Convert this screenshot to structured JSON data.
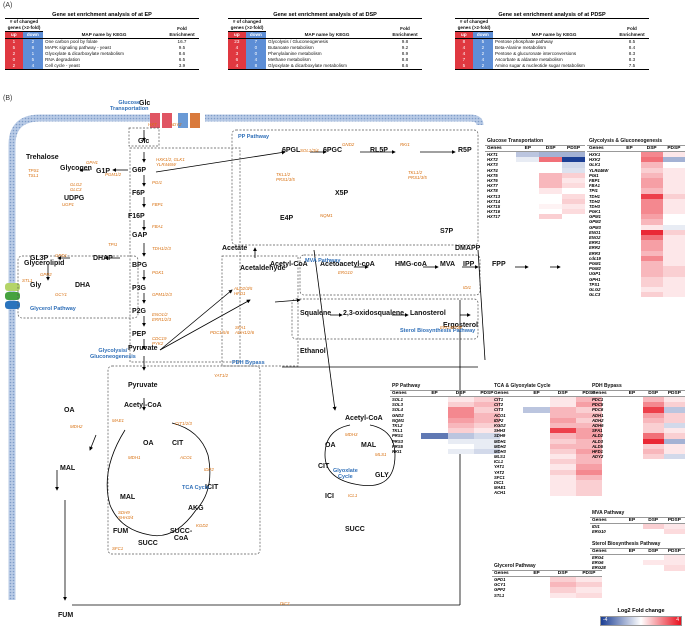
{
  "panel_a_label": "(A)",
  "panel_b_label": "(B)",
  "tables": [
    {
      "title": "Gene set enrichment analysis of at EP",
      "h_changed": "# of changed genes (>2-fold)",
      "h_up": "up",
      "h_down": "down",
      "h_map": "MAP name by KEGG",
      "h_fold": "Fold Enrichment",
      "rows": [
        [
          "1",
          "2",
          "One carbon pool by folate",
          "16.7"
        ],
        [
          "5",
          "8",
          "MAPK signaling pathway - yeast",
          "9.5"
        ],
        [
          "2",
          "1",
          "Glyoxylate & dicarboxylate metabolism",
          "8.6"
        ],
        [
          "0",
          "5",
          "RNA degradation",
          "6.5"
        ],
        [
          "2",
          "4",
          "Cell cycle - yeast",
          "3.9"
        ]
      ]
    },
    {
      "title": "Gene set enrichment analysis of at DSP",
      "h_changed": "# of changed genes (>2-fold)",
      "h_up": "up",
      "h_down": "down",
      "h_map": "MAP name by KEGG",
      "h_fold": "Fold Enrichment",
      "rows": [
        [
          "23",
          "7",
          "Glycolysis / Gluconeogenesis",
          "9.8"
        ],
        [
          "4",
          "0",
          "Butanoate metabolism",
          "9.2"
        ],
        [
          "3",
          "0",
          "Phenylalanine metabolism",
          "8.9"
        ],
        [
          "6",
          "4",
          "Methane metabolism",
          "8.8"
        ],
        [
          "4",
          "8",
          "Glyoxylate & dicarboxylate metabolism",
          "8.6"
        ]
      ]
    },
    {
      "title": "Gene set enrichment analysis of at PDSP",
      "h_changed": "# of changed genes (>2-fold)",
      "h_up": "up",
      "h_down": "down",
      "h_map": "MAP name by KEGG",
      "h_fold": "Fold Enrichment",
      "rows": [
        [
          "8",
          "5",
          "Pentose phosphate pathway",
          "8.5"
        ],
        [
          "4",
          "2",
          "Beta-Alanine metabolism",
          "8.4"
        ],
        [
          "4",
          "2",
          "Pentose & glucuronate interconversions",
          "8.3"
        ],
        [
          "7",
          "4",
          "Ascorbate & aldarate metabolism",
          "8.3"
        ],
        [
          "5",
          "2",
          "Amino sugar & nucleotide sugar metabolism",
          "7.5"
        ]
      ]
    }
  ],
  "pathway": {
    "metabolites": {
      "glc_in": "Glc",
      "glc": "Glc",
      "trehalose": "Trehalose",
      "glycogen": "Glycogen",
      "udpg": "UDPG",
      "g1p": "G1P",
      "g6p": "G6P",
      "f6p": "F6P",
      "f16p": "F16P",
      "gap": "GAP",
      "dhap": "DHAP",
      "gl3p": "GL3P",
      "gly": "Gly",
      "dha": "DHA",
      "glycerolipid": "Glycerolipid",
      "bpg": "BPG",
      "p3g": "P3G",
      "p2g": "P2G",
      "pep": "PEP",
      "pyruvate": "Pyruvate",
      "pgl6": "6PGL",
      "pgc6": "6PGC",
      "rl5p": "RL5P",
      "r5p": "R5P",
      "x5p": "X5P",
      "e4p": "E4P",
      "s7p": "S7P",
      "acetate": "Acetate",
      "acetaldehyde": "Acetaldehyde",
      "ethanol": "Ethanol",
      "acetylcoa": "Acetyl-CoA",
      "acetoacetylcoa": "Acetoacetyl-coA",
      "hmgcoa": "HMG-coA",
      "mva": "MVA",
      "ipp": "IPP",
      "fpp": "FPP",
      "dmapp": "DMAPP",
      "squalene": "Squalene",
      "oxidosqualene": "2,3-oxidosqualene",
      "lanosterol": "Lanosterol",
      "ergosterol": "Ergosterol",
      "pyruvate2": "Pyruvate",
      "acetylcoa2": "Acetyl-CoA",
      "oa": "OA",
      "cit": "CIT",
      "icit": "ICIT",
      "akg": "AKG",
      "succcoa": "SUCC-\nCoA",
      "succ": "SUCC",
      "fum": "FUM",
      "mal": "MAL",
      "oa_out": "OA",
      "mal_out": "MAL",
      "fum_out": "FUM",
      "acetylcoa3": "Acetyl-CoA",
      "oa3": "OA",
      "mal3": "MAL",
      "cit3": "CIT",
      "gly3": "GLY",
      "ici3": "ICI",
      "succ3": "SUCC"
    },
    "regions": {
      "glucose_transport": "Glucose\nTransportation",
      "pp": "PP Pathway",
      "glycerol": "Glycerol Pathway",
      "mva": "MVA Pathway",
      "sterol": "Sterol Biosynthesis Pathway",
      "glycolysis": "Glycolysis/\nGluconeogenesis",
      "pdh": "PDH Bypass",
      "tca": "TCA Cycle",
      "glyox": "Glyoxlate\nCycle"
    },
    "enzymes": {
      "hxt": "HXT",
      "ady2": "ADY2",
      "hxk": "HXK1/2, GLK1\nYLR446W",
      "pgm": "PGM1/2",
      "gph1": "GPH1",
      "glg": "GLG2\nGLC3",
      "ugp1": "UGP1",
      "tps": "TPS1\nTSL1",
      "pgi1": "PGI1",
      "fbp1": "FBP1",
      "fba1": "FBA1",
      "tpi1": "TPI1",
      "tdh": "TDH1/2/3",
      "pgk1": "PGK1",
      "gpm": "GPM1/2/3",
      "eno": "ENO1/2\nERR1/2/3",
      "cdc19": "CDC19\nPYK2",
      "gpp2": "GPP2",
      "gpd1": "GPD1",
      "gcy1": "GCY1",
      "stl1": "STL1",
      "sol": "SOL1/3/4",
      "gnd2": "GND2",
      "rki1": "RKI1",
      "nqm1": "NQM1",
      "tkl_a": "TKL1/2\nPRS1/3/5",
      "tkl_b": "TKL1/2\nPRS1/3/5",
      "ald": "ALD2/3/5\nHFD1",
      "pdc": "PDC1/5/6",
      "sfa1": "SFA1\nADH1/2/6",
      "erg10": "ERG10",
      "idi1": "IDI1",
      "erg4": "ERG4/6/28",
      "yat": "YAT1/2",
      "mae1": "MAE1",
      "mdh1": "MDH1",
      "cit123": "CIT1/2/3",
      "aco1": "ACO1",
      "idp2": "IDP2",
      "kgd2": "KGD2",
      "sdh": "SDH9\nSHH3/4",
      "sfc1": "SFC1",
      "dic1": "DIC1",
      "mdh2": "MDH2",
      "mdh3": "MDH3",
      "mls1": "MLS1",
      "icl1": "ICL1"
    }
  },
  "heatmaps": [
    {
      "title": "Glucose Transportation",
      "cols": [
        "Genes",
        "EP",
        "DSP",
        "PDSP"
      ],
      "rows": [
        [
          "HXT1",
          [
            -0.3,
            -0.4,
            -0.4
          ]
        ],
        [
          "HXT2",
          [
            -0.1,
            0.6,
            -1
          ]
        ],
        [
          "HXT3",
          [
            0,
            0,
            -0.2
          ]
        ],
        [
          "HXT4",
          [
            0,
            0,
            -0.15
          ]
        ],
        [
          "HXT5",
          [
            0,
            0.3,
            0.2
          ]
        ],
        [
          "HXT6",
          [
            0,
            0.3,
            0.1
          ]
        ],
        [
          "HXT7",
          [
            0,
            0.3,
            0.15
          ]
        ],
        [
          "HXT8",
          [
            0,
            0.1,
            0
          ]
        ],
        [
          "HXT13",
          [
            0,
            0,
            0.15
          ]
        ],
        [
          "HXT14",
          [
            0,
            0,
            0.2
          ]
        ],
        [
          "HXT15",
          [
            0,
            0.05,
            0.1
          ]
        ],
        [
          "HXT16",
          [
            0,
            0,
            0.15
          ]
        ],
        [
          "HXT17",
          [
            0,
            0.2,
            0
          ]
        ]
      ]
    },
    {
      "title": "Glycolysis & Gluconeogenesis",
      "cols": [
        "Genes",
        "EP",
        "DSP",
        "PDSP"
      ],
      "rows": [
        [
          "HXK1",
          [
            0,
            0.5,
            0.1
          ]
        ],
        [
          "HXK2",
          [
            0,
            0.6,
            -0.4
          ]
        ],
        [
          "GLK1",
          [
            0,
            0.3,
            0
          ]
        ],
        [
          "YLR446W",
          [
            0,
            0.2,
            0.1
          ]
        ],
        [
          "PGI1",
          [
            0,
            0.3,
            0.1
          ]
        ],
        [
          "FBP1",
          [
            0,
            0.4,
            0.1
          ]
        ],
        [
          "FBA1",
          [
            0,
            0.4,
            0.1
          ]
        ],
        [
          "TPI1",
          [
            0,
            0.3,
            0.1
          ]
        ],
        [
          "TDH1",
          [
            0,
            0.8,
            0.2
          ]
        ],
        [
          "TDH2",
          [
            0,
            0.5,
            0.1
          ]
        ],
        [
          "TDH3",
          [
            0,
            0.5,
            0.1
          ]
        ],
        [
          "PGK1",
          [
            0,
            0.5,
            0.1
          ]
        ],
        [
          "GPM1",
          [
            0,
            0.4,
            0
          ]
        ],
        [
          "GPM2",
          [
            0,
            0.3,
            0
          ]
        ],
        [
          "GPM3",
          [
            0,
            0.1,
            -0.1
          ]
        ],
        [
          "ENO1",
          [
            0,
            0.9,
            0.2
          ]
        ],
        [
          "ENO2",
          [
            0,
            0.6,
            0.1
          ]
        ],
        [
          "ERR1",
          [
            0,
            0.4,
            0.1
          ]
        ],
        [
          "ERR2",
          [
            0,
            0.4,
            0.1
          ]
        ],
        [
          "ERR3",
          [
            0,
            0.3,
            0.1
          ]
        ],
        [
          "cdc19",
          [
            0,
            0.5,
            0.1
          ]
        ],
        [
          "PGM1",
          [
            0,
            0.3,
            0.1
          ]
        ],
        [
          "PGM2",
          [
            0,
            0.3,
            0.2
          ]
        ],
        [
          "UGP1",
          [
            0,
            0.3,
            0.2
          ]
        ],
        [
          "GPH1",
          [
            0,
            0.2,
            0.1
          ]
        ],
        [
          "TPS1",
          [
            0,
            0.2,
            0.1
          ]
        ],
        [
          "GLG2",
          [
            0,
            0.1,
            0.1
          ]
        ],
        [
          "GLC3",
          [
            0,
            0.2,
            0.1
          ]
        ]
      ]
    },
    {
      "title": "PP Pathway",
      "cols": [
        "Genes",
        "EP",
        "DSP",
        "PDSP"
      ],
      "rows": [
        [
          "SOL1",
          [
            0,
            0.1,
            0.2
          ]
        ],
        [
          "SOL3",
          [
            0,
            0.2,
            0.3
          ]
        ],
        [
          "SOL4",
          [
            0,
            0.5,
            0.2
          ]
        ],
        [
          "GND2",
          [
            0,
            0.5,
            0.3
          ]
        ],
        [
          "NQM1",
          [
            0,
            0.4,
            0.3
          ]
        ],
        [
          "TKL2",
          [
            0,
            0.3,
            0.2
          ]
        ],
        [
          "TKL1",
          [
            0,
            0.2,
            0.1
          ]
        ],
        [
          "PRS1",
          [
            -0.7,
            -0.3,
            -0.2
          ]
        ],
        [
          "PRS3",
          [
            0,
            -0.1,
            -0.1
          ]
        ],
        [
          "PRS5",
          [
            0,
            0,
            -0.1
          ]
        ],
        [
          "RKI1",
          [
            0,
            -0.1,
            -0.2
          ]
        ]
      ]
    },
    {
      "title": "TCA & Glyoxylate Cycle",
      "cols": [
        "Genes",
        "EP",
        "DSP",
        "PDSP"
      ],
      "rows": [
        [
          "CIT1",
          [
            0,
            0.1,
            0.3
          ]
        ],
        [
          "CIT2",
          [
            0,
            0.1,
            0.4
          ]
        ],
        [
          "CIT3",
          [
            -0.3,
            0.3,
            0.2
          ]
        ],
        [
          "ACO1",
          [
            0,
            0.3,
            0.3
          ]
        ],
        [
          "IDP2",
          [
            0,
            0.4,
            0.2
          ]
        ],
        [
          "KGD2",
          [
            0,
            0.3,
            0.3
          ]
        ],
        [
          "SHH3",
          [
            0,
            0.8,
            0.4
          ]
        ],
        [
          "SDH9",
          [
            0,
            0.3,
            0.4
          ]
        ],
        [
          "MDH1",
          [
            0,
            0.2,
            0.3
          ]
        ],
        [
          "MDH2",
          [
            0,
            0.3,
            0.3
          ]
        ],
        [
          "MDH3",
          [
            0,
            0.2,
            0.4
          ]
        ],
        [
          "MLS1",
          [
            0,
            0.1,
            0.3
          ]
        ],
        [
          "ICL1",
          [
            0,
            0.2,
            0.3
          ]
        ],
        [
          "YAT1",
          [
            0,
            0.1,
            0.4
          ]
        ],
        [
          "YAT2",
          [
            0,
            0.2,
            0.5
          ]
        ],
        [
          "SFC1",
          [
            0,
            0.1,
            0.3
          ]
        ],
        [
          "DIC1",
          [
            0,
            0.1,
            0.2
          ]
        ],
        [
          "MAE1",
          [
            0,
            0.1,
            0.2
          ]
        ],
        [
          "ACH1",
          [
            0,
            0.1,
            0.2
          ]
        ]
      ]
    },
    {
      "title": "PDH Bypass",
      "cols": [
        "Genes",
        "EP",
        "DSP",
        "PDSP"
      ],
      "rows": [
        [
          "PDC1",
          [
            0,
            0.3,
            0.1
          ]
        ],
        [
          "PDC5",
          [
            0,
            0.5,
            0.2
          ]
        ],
        [
          "PDC6",
          [
            0,
            0.8,
            -0.3
          ]
        ],
        [
          "ADH1",
          [
            0,
            0.4,
            0.2
          ]
        ],
        [
          "ADH2",
          [
            0,
            0.3,
            0.2
          ]
        ],
        [
          "ADH6",
          [
            0,
            0.2,
            -0.2
          ]
        ],
        [
          "SFA1",
          [
            0,
            0.2,
            0.1
          ]
        ],
        [
          "ALD2",
          [
            0,
            0.6,
            0.2
          ]
        ],
        [
          "ALD3",
          [
            0,
            0.9,
            -0.4
          ]
        ],
        [
          "ALD5",
          [
            0,
            0.2,
            0.1
          ]
        ],
        [
          "HFD1",
          [
            0,
            0.3,
            0.1
          ]
        ],
        [
          "ADY2",
          [
            0,
            0.2,
            -0.2
          ]
        ]
      ]
    },
    {
      "title": "MVA Pathway",
      "cols": [
        "Genes",
        "EP",
        "DSP",
        "PDSP"
      ],
      "rows": [
        [
          "IDI1",
          [
            0,
            0.2,
            0.1
          ]
        ],
        [
          "ERG10",
          [
            0,
            0,
            0.15
          ]
        ]
      ]
    },
    {
      "title": "Sterol Biosynthesis Pathway",
      "cols": [
        "Genes",
        "EP",
        "DSP",
        "PDSP"
      ],
      "rows": [
        [
          "ERG4",
          [
            0,
            0,
            0.1
          ]
        ],
        [
          "ERG6",
          [
            0,
            0.1,
            0.1
          ]
        ],
        [
          "ERG28",
          [
            0,
            0,
            0.15
          ]
        ]
      ]
    },
    {
      "title": "Glycerol Pathway",
      "cols": [
        "Genes",
        "EP",
        "DSP",
        "PDSP"
      ],
      "rows": [
        [
          "GPD1",
          [
            0,
            0.2,
            0.1
          ]
        ],
        [
          "GCY1",
          [
            0,
            0.3,
            0.2
          ]
        ],
        [
          "GPP2",
          [
            0,
            0.2,
            0.1
          ]
        ],
        [
          "STL1",
          [
            0,
            0.1,
            0.15
          ]
        ]
      ]
    }
  ],
  "legend": {
    "title": "Log2 Fold change",
    "min": "-4",
    "max": "4",
    "colors": {
      "neg": "#1c3f94",
      "mid": "#ffffff",
      "pos": "#e8101e"
    }
  }
}
